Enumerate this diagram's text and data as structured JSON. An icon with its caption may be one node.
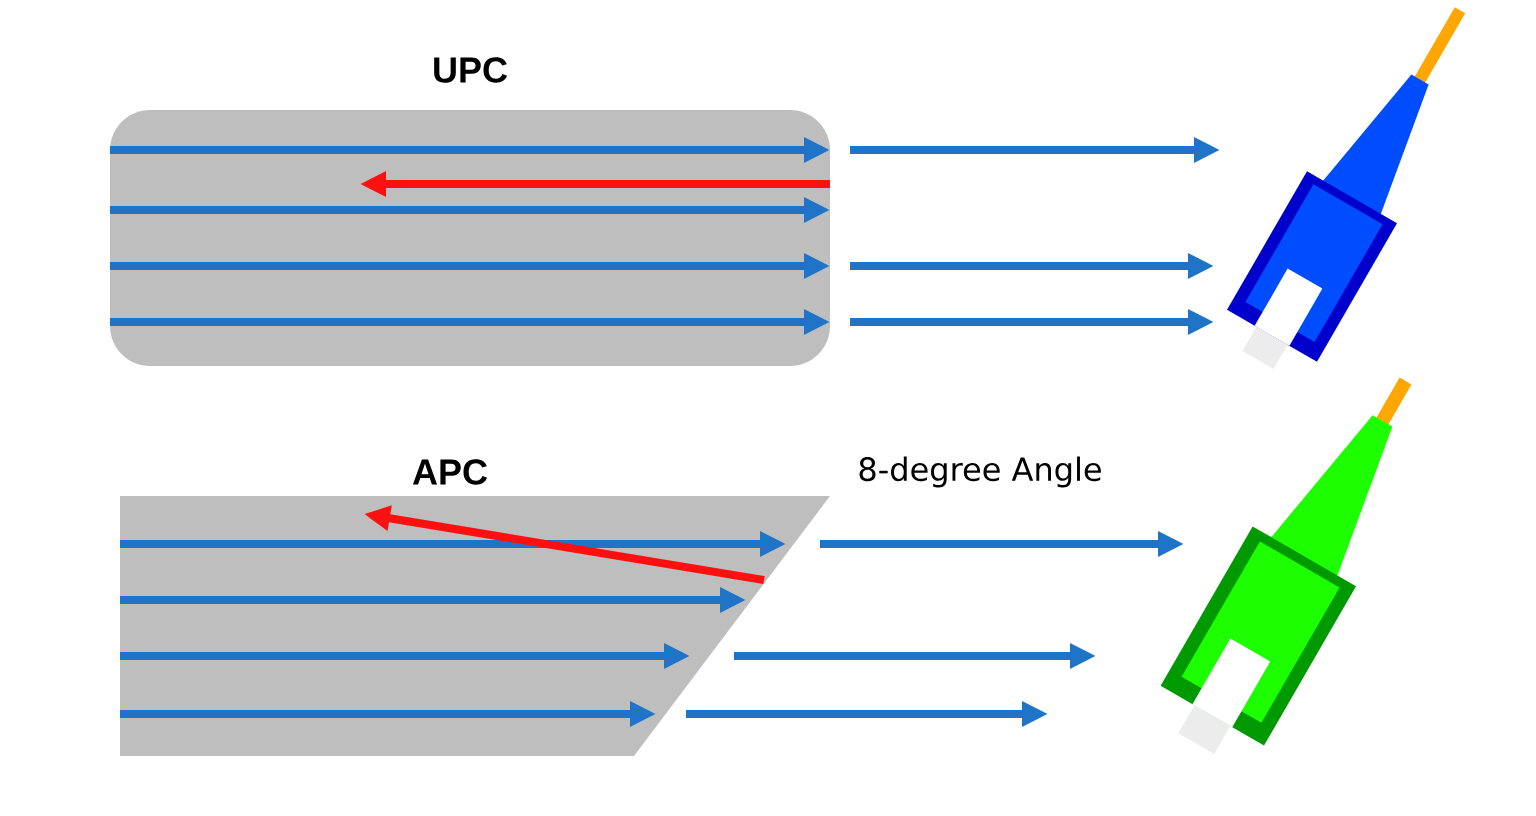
{
  "diagram": {
    "nodes": [
      {
        "text": [
          "UPC"
        ]
      },
      {
        "text": [
          "APC"
        ]
      }
    ],
    "labels": [
      "8-degree Angle"
    ]
  }
}
